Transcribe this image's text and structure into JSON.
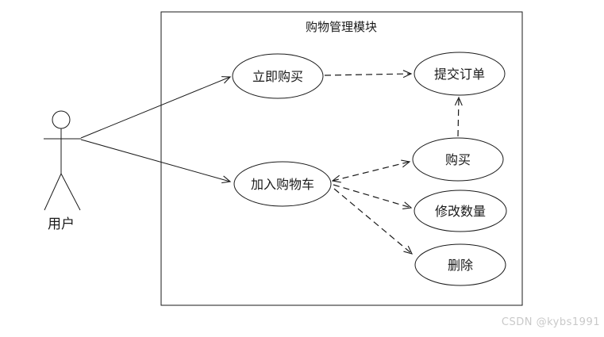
{
  "diagram": {
    "title": "购物管理模块",
    "actor": {
      "label": "用户"
    },
    "use_cases": [
      {
        "id": "buy-now",
        "label": "立即购买"
      },
      {
        "id": "submit-order",
        "label": "提交订单"
      },
      {
        "id": "buy",
        "label": "购买"
      },
      {
        "id": "add-to-cart",
        "label": "加入购物车"
      },
      {
        "id": "modify-quantity",
        "label": "修改数量"
      },
      {
        "id": "delete",
        "label": "删除"
      }
    ],
    "relations": [
      {
        "from": "用户",
        "to": "立即购买",
        "style": "solid-arrow"
      },
      {
        "from": "用户",
        "to": "加入购物车",
        "style": "solid-arrow"
      },
      {
        "from": "立即购买",
        "to": "提交订单",
        "style": "dashed-arrow"
      },
      {
        "from": "购买",
        "to": "提交订单",
        "style": "dashed-arrow"
      },
      {
        "from": "加入购物车",
        "to": "购买",
        "style": "dashed-arrow-bidirectional"
      },
      {
        "from": "加入购物车",
        "to": "修改数量",
        "style": "dashed-arrow"
      },
      {
        "from": "加入购物车",
        "to": "删除",
        "style": "dashed-arrow"
      }
    ],
    "colors": {
      "line": "#1a1a1a",
      "background": "#ffffff",
      "watermark": "#c9c9c9"
    }
  },
  "watermark": {
    "text": "CSDN @kybs1991"
  }
}
